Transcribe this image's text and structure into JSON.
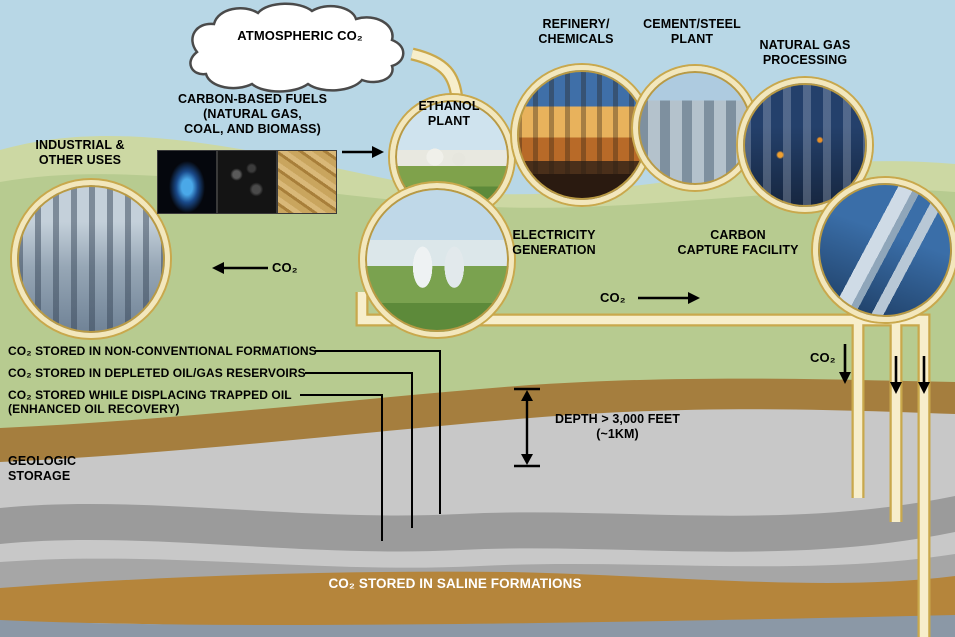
{
  "palette": {
    "sky": "#b8d7e6",
    "land_light": "#ccd8a3",
    "land": "#b7cb90",
    "pipe_fill": "#f7eecb",
    "pipe_edge": "#c9a84c",
    "soil_brown": "#a57e3e",
    "rock_light": "#c8c8c8",
    "rock_mid": "#9b9b9b",
    "saline_gold": "#b5853b",
    "basement_blue": "#8b98a6",
    "text": "#000000",
    "saline_text": "#ffffff"
  },
  "atmosphere": {
    "label": "ATMOSPHERIC CO₂"
  },
  "sources": {
    "industrial": {
      "lines": [
        "INDUSTRIAL &",
        "OTHER USES"
      ]
    },
    "fuels": {
      "lines": [
        "CARBON-BASED FUELS",
        "(NATURAL GAS,",
        "COAL, AND BIOMASS)"
      ]
    },
    "ethanol": {
      "lines": [
        "ETHANOL",
        "PLANT"
      ]
    },
    "refinery": {
      "lines": [
        "REFINERY/",
        "CHEMICALS"
      ]
    },
    "cement": {
      "lines": [
        "CEMENT/STEEL",
        "PLANT"
      ]
    },
    "natgas": {
      "lines": [
        "NATURAL GAS",
        "PROCESSING"
      ]
    },
    "electricity": {
      "lines": [
        "ELECTRICITY",
        "GENERATION"
      ]
    },
    "capture": {
      "lines": [
        "CARBON",
        "CAPTURE FACILITY"
      ]
    }
  },
  "flows": {
    "co2_left": "CO₂",
    "co2_right": "CO₂",
    "co2_down": "CO₂"
  },
  "storage": {
    "nonconventional": "CO₂ STORED IN NON-CONVENTIONAL FORMATIONS",
    "depleted": "CO₂ STORED IN DEPLETED OIL/GAS RESERVOIRS",
    "eor_line1": "CO₂ STORED WHILE DISPLACING TRAPPED OIL",
    "eor_line2": "(ENHANCED OIL RECOVERY)",
    "geologic": {
      "lines": [
        "GEOLOGIC",
        "STORAGE"
      ]
    },
    "depth": {
      "lines": [
        "DEPTH > 3,000 FEET",
        "(~1KM)"
      ]
    },
    "saline": "CO₂ STORED IN SALINE FORMATIONS"
  }
}
